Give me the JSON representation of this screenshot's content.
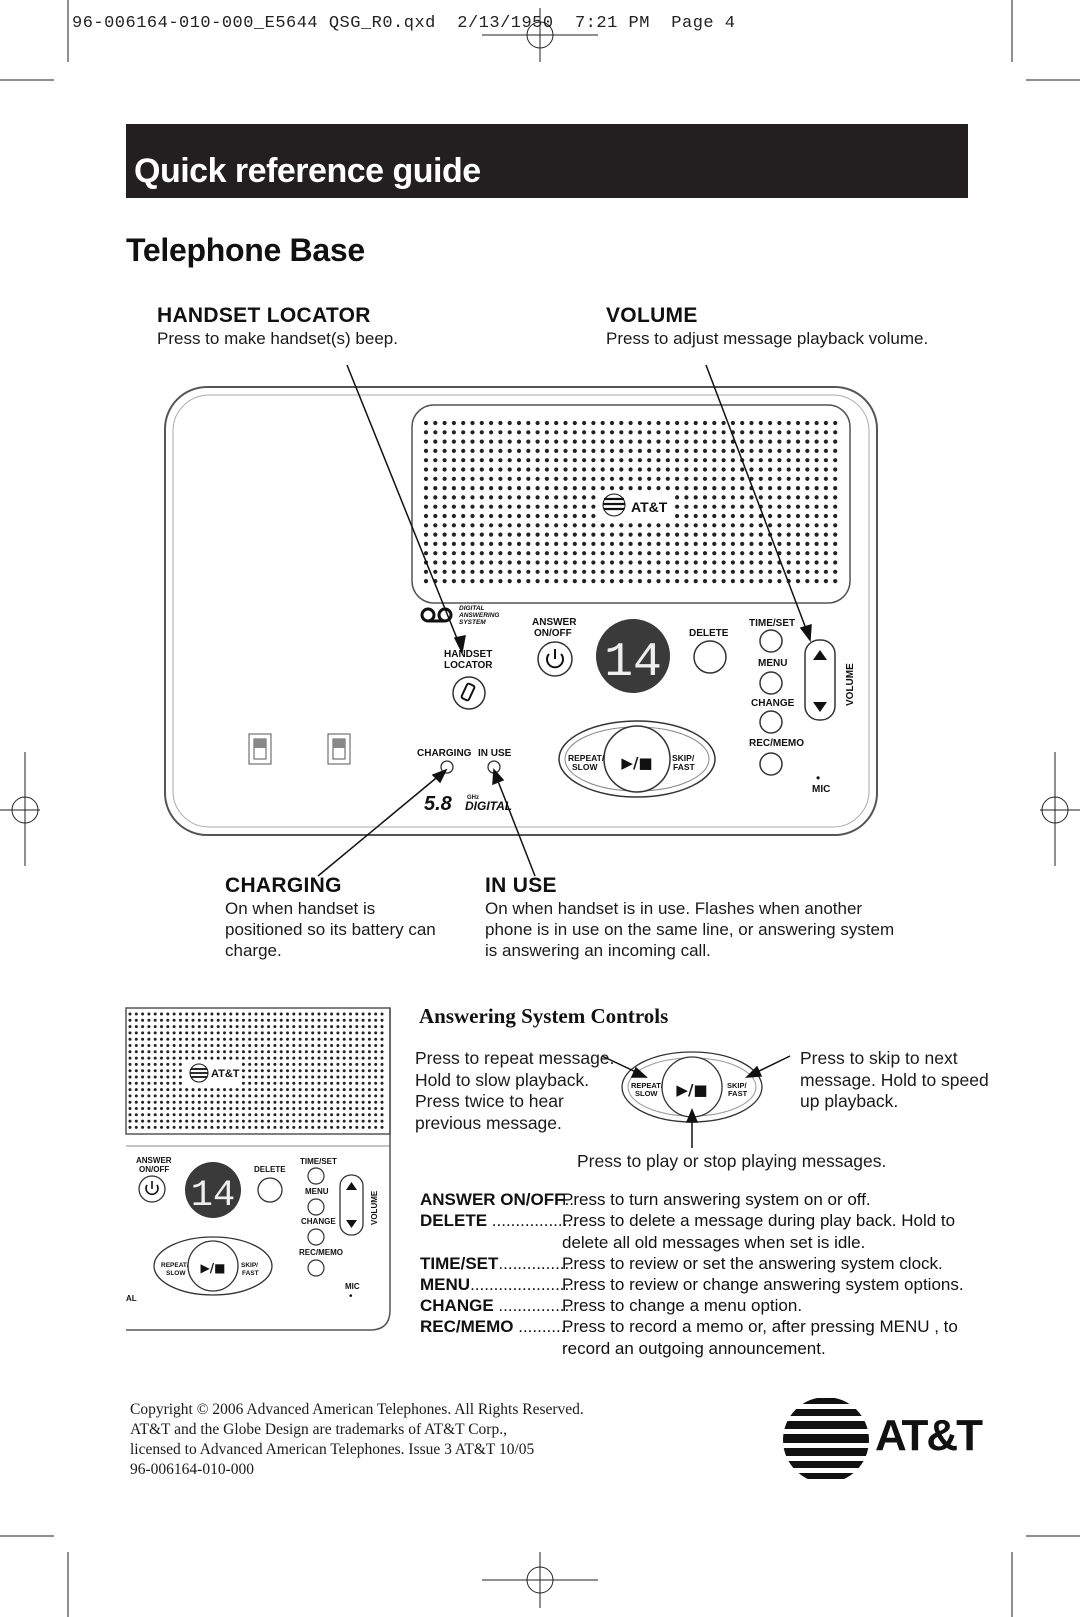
{
  "slug": "96-006164-010-000_E5644 QSG_R0.qxd  2/13/1950  7:21 PM  Page 4",
  "header_title": "Quick reference guide",
  "section_title": "Telephone Base",
  "callouts": {
    "handset_locator": {
      "title": "HANDSET LOCATOR",
      "desc": "Press to make handset(s) beep."
    },
    "volume": {
      "title": "VOLUME",
      "desc": "Press to adjust message playback volume."
    },
    "charging": {
      "title": "CHARGING",
      "desc": "On when handset is positioned so its battery can charge."
    },
    "in_use": {
      "title": "IN USE",
      "desc": "On when handset is in use. Flashes when another phone is in use on the same line, or answering system is answering an incoming call."
    }
  },
  "device": {
    "brand": "AT&T",
    "das_label": [
      "DIGITAL",
      "ANSWERING",
      "SYSTEM"
    ],
    "answer_label": [
      "ANSWER",
      "ON/OFF"
    ],
    "display_value": "14",
    "delete_label": "DELETE",
    "time_set_label": "TIME/SET",
    "menu_label": "MENU",
    "change_label": "CHANGE",
    "rec_memo_label": "REC/MEMO",
    "volume_label": "VOLUME",
    "handset_locator_label": [
      "HANDSET",
      "LOCATOR"
    ],
    "charging_label": "CHARGING",
    "in_use_label": "IN USE",
    "repeat_label": [
      "REPEAT/",
      "SLOW"
    ],
    "skip_label": [
      "SKIP/",
      "FAST"
    ],
    "play_label": "▶/■",
    "mic_label": "MIC",
    "freq_label": "5.8",
    "ghz_label": "GHz",
    "digital_label": "DIGITAL"
  },
  "answering_controls": {
    "title": "Answering System Controls",
    "repeat_note": [
      "Press to repeat message.",
      "Hold to slow playback.",
      "Press twice to hear",
      "previous message."
    ],
    "skip_note": [
      "Press to skip to next",
      "message. Hold to speed",
      "up playback."
    ],
    "play_note": "Press to play or stop playing messages.",
    "rows": [
      {
        "key": "ANSWER ON/OFF",
        "dots": "..",
        "desc": "Press to turn answering system on or off."
      },
      {
        "key": "DELETE",
        "dots": " ..................",
        "desc": "Press to delete a message during play back. Hold to delete all old messages when set is idle."
      },
      {
        "key": "TIME/SET",
        "dots": "................",
        "desc": "Press to review or set the answering system clock."
      },
      {
        "key": "MENU",
        "dots": "......................",
        "desc": "Press to review or change answering system options."
      },
      {
        "key": "CHANGE",
        "dots": " ................",
        "desc": "Press to change a menu option."
      },
      {
        "key": "REC/MEMO",
        "dots": " ...........",
        "desc": "Press to record a memo or, after pressing MENU , to record an outgoing announcement."
      }
    ]
  },
  "inset": {
    "answer_label": [
      "ANSWER",
      "ON/OFF"
    ],
    "delete_label": "DELETE",
    "display_value": "14",
    "time_set_label": "TIME/SET",
    "menu_label": "MENU",
    "change_label": "CHANGE",
    "rec_memo_label": "REC/MEMO",
    "volume_label": "VOLUME",
    "repeat_label": [
      "REPEAT/",
      "SLOW"
    ],
    "skip_label": [
      "SKIP/",
      "FAST"
    ],
    "mic_label": "MIC",
    "brand": "AT&T",
    "cut_label": "AL"
  },
  "footer": {
    "copyright": [
      "Copyright © 2006 Advanced American Telephones. All Rights Reserved.",
      "AT&T and the Globe Design are trademarks of AT&T Corp.,",
      "licensed to Advanced American Telephones. Issue 3 AT&T 10/05",
      "96-006164-010-000"
    ],
    "logo_word": "AT&T"
  }
}
